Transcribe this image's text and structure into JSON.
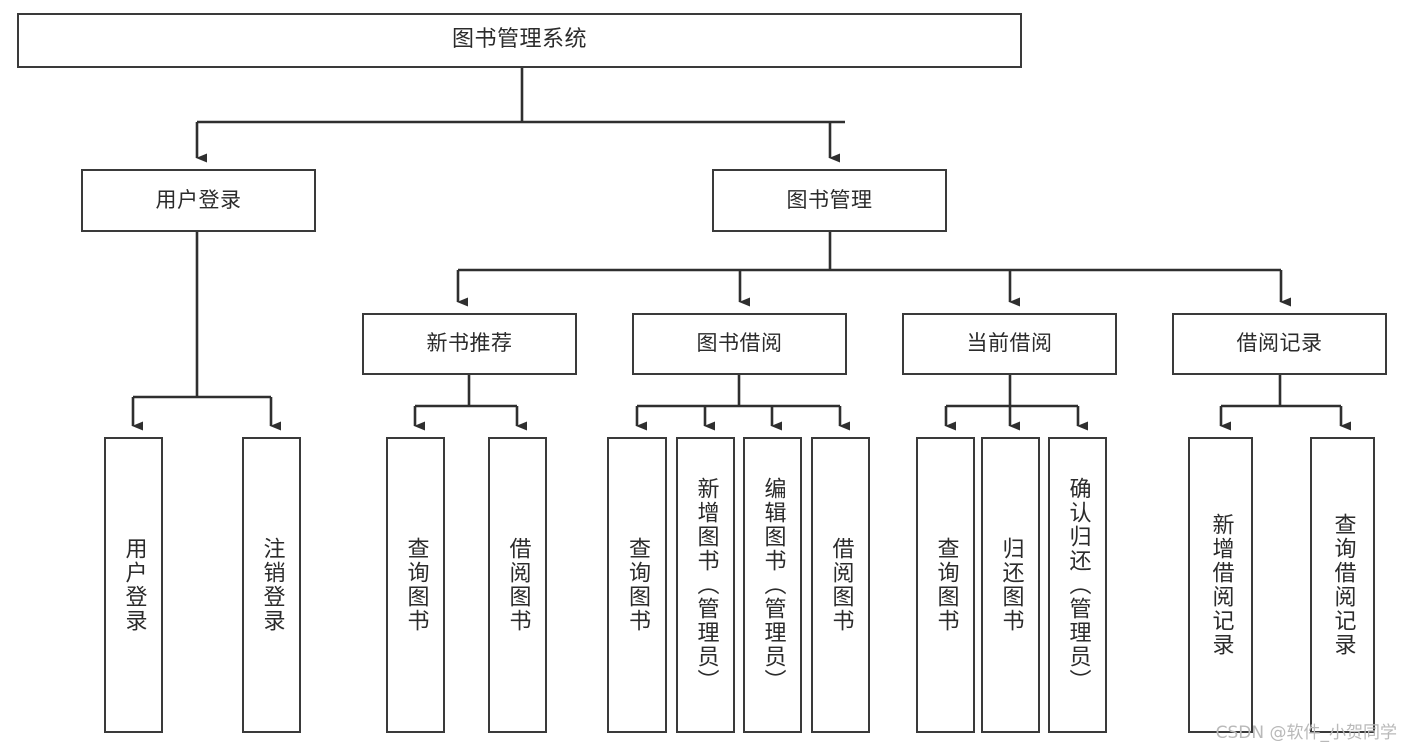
{
  "diagram": {
    "title": "图书管理系统",
    "type": "tree",
    "watermark": "CSDN @软件_小贺同学",
    "colors": {
      "node_border": "#3a3a3a",
      "node_fill": "#ffffff",
      "text": "#2b2b2b",
      "connector": "#2f2f2f",
      "watermark": "#b9b9b9",
      "background": "#ffffff"
    },
    "nodes": {
      "root": {
        "label": "图书管理系统"
      },
      "level2": [
        {
          "label": "用户登录"
        },
        {
          "label": "图书管理"
        }
      ],
      "level3": [
        {
          "label": "新书推荐"
        },
        {
          "label": "图书借阅"
        },
        {
          "label": "当前借阅"
        },
        {
          "label": "借阅记录"
        }
      ],
      "leaves": {
        "user_login": [
          {
            "label": "用户登录"
          },
          {
            "label": "注销登录"
          }
        ],
        "new_book_recommend": [
          {
            "label": "查询图书"
          },
          {
            "label": "借阅图书"
          }
        ],
        "book_borrow": [
          {
            "label": "查询图书"
          },
          {
            "label": "新增图书（管理员）"
          },
          {
            "label": "编辑图书（管理员）"
          },
          {
            "label": "借阅图书"
          }
        ],
        "current_borrow": [
          {
            "label": "查询图书"
          },
          {
            "label": "归还图书"
          },
          {
            "label": "确认归还（管理员）"
          }
        ],
        "borrow_record": [
          {
            "label": "新增借阅记录"
          },
          {
            "label": "查询借阅记录"
          }
        ]
      }
    }
  }
}
